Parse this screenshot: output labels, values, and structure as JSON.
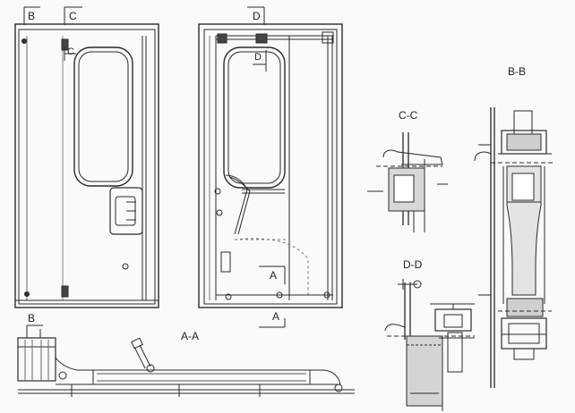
{
  "drawing": {
    "section_marks": {
      "b_top": "B",
      "c_top": "C",
      "c_side": "C",
      "d_top": "D",
      "d_side": "D",
      "a_mid": "A",
      "a_bottom": "A",
      "b_bottom": "B"
    },
    "section_titles": {
      "aa": "A-A",
      "bb": "B-B",
      "cc": "C-C",
      "dd": "D-D"
    }
  }
}
